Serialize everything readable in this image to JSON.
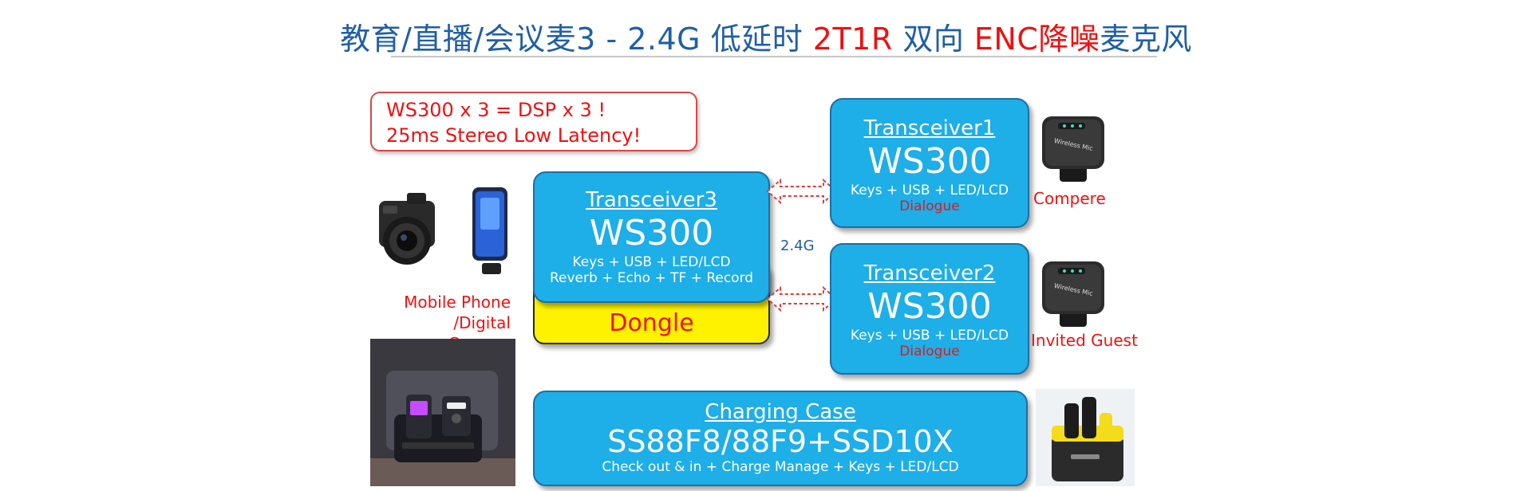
{
  "title": {
    "part1": "教育/直播/会议麦3 - 2.4G 低延时 ",
    "part2": "2T1R",
    "part3": " 双向 ",
    "part4": "ENC降噪",
    "part5": "麦克风"
  },
  "callout": {
    "line1": "WS300 x 3 = DSP x 3 !",
    "line2": "25ms Stereo Low Latency!"
  },
  "transceiver1": {
    "name": "Transceiver1",
    "model": "WS300",
    "features": "Keys + USB + LED/LCD",
    "role": "Dialogue",
    "caption": "Compere"
  },
  "transceiver2": {
    "name": "Transceiver2",
    "model": "WS300",
    "features": "Keys + USB + LED/LCD",
    "role": "Dialogue",
    "caption": "Invited Guest"
  },
  "transceiver3": {
    "name": "Transceiver3",
    "model": "WS300",
    "features1": "Keys + USB + LED/LCD",
    "features2": "Reverb + Echo + TF + Record",
    "dongle": "Dongle"
  },
  "band": "2.4G",
  "charging_case": {
    "name": "Charging Case",
    "model": "SS88F8/88F9+SSD10X",
    "features": "Check out & in + Charge Manage + Keys + LED/LCD"
  },
  "devices_caption": {
    "line1": "Mobile Phone",
    "line2": "/Digital Camera"
  },
  "mic_label": "Wireless Mic",
  "colors": {
    "title_blue": "#1f5fa6",
    "accent_red": "#e11111",
    "box_blue": "#1eaee8",
    "dongle_yellow": "#fff200"
  }
}
